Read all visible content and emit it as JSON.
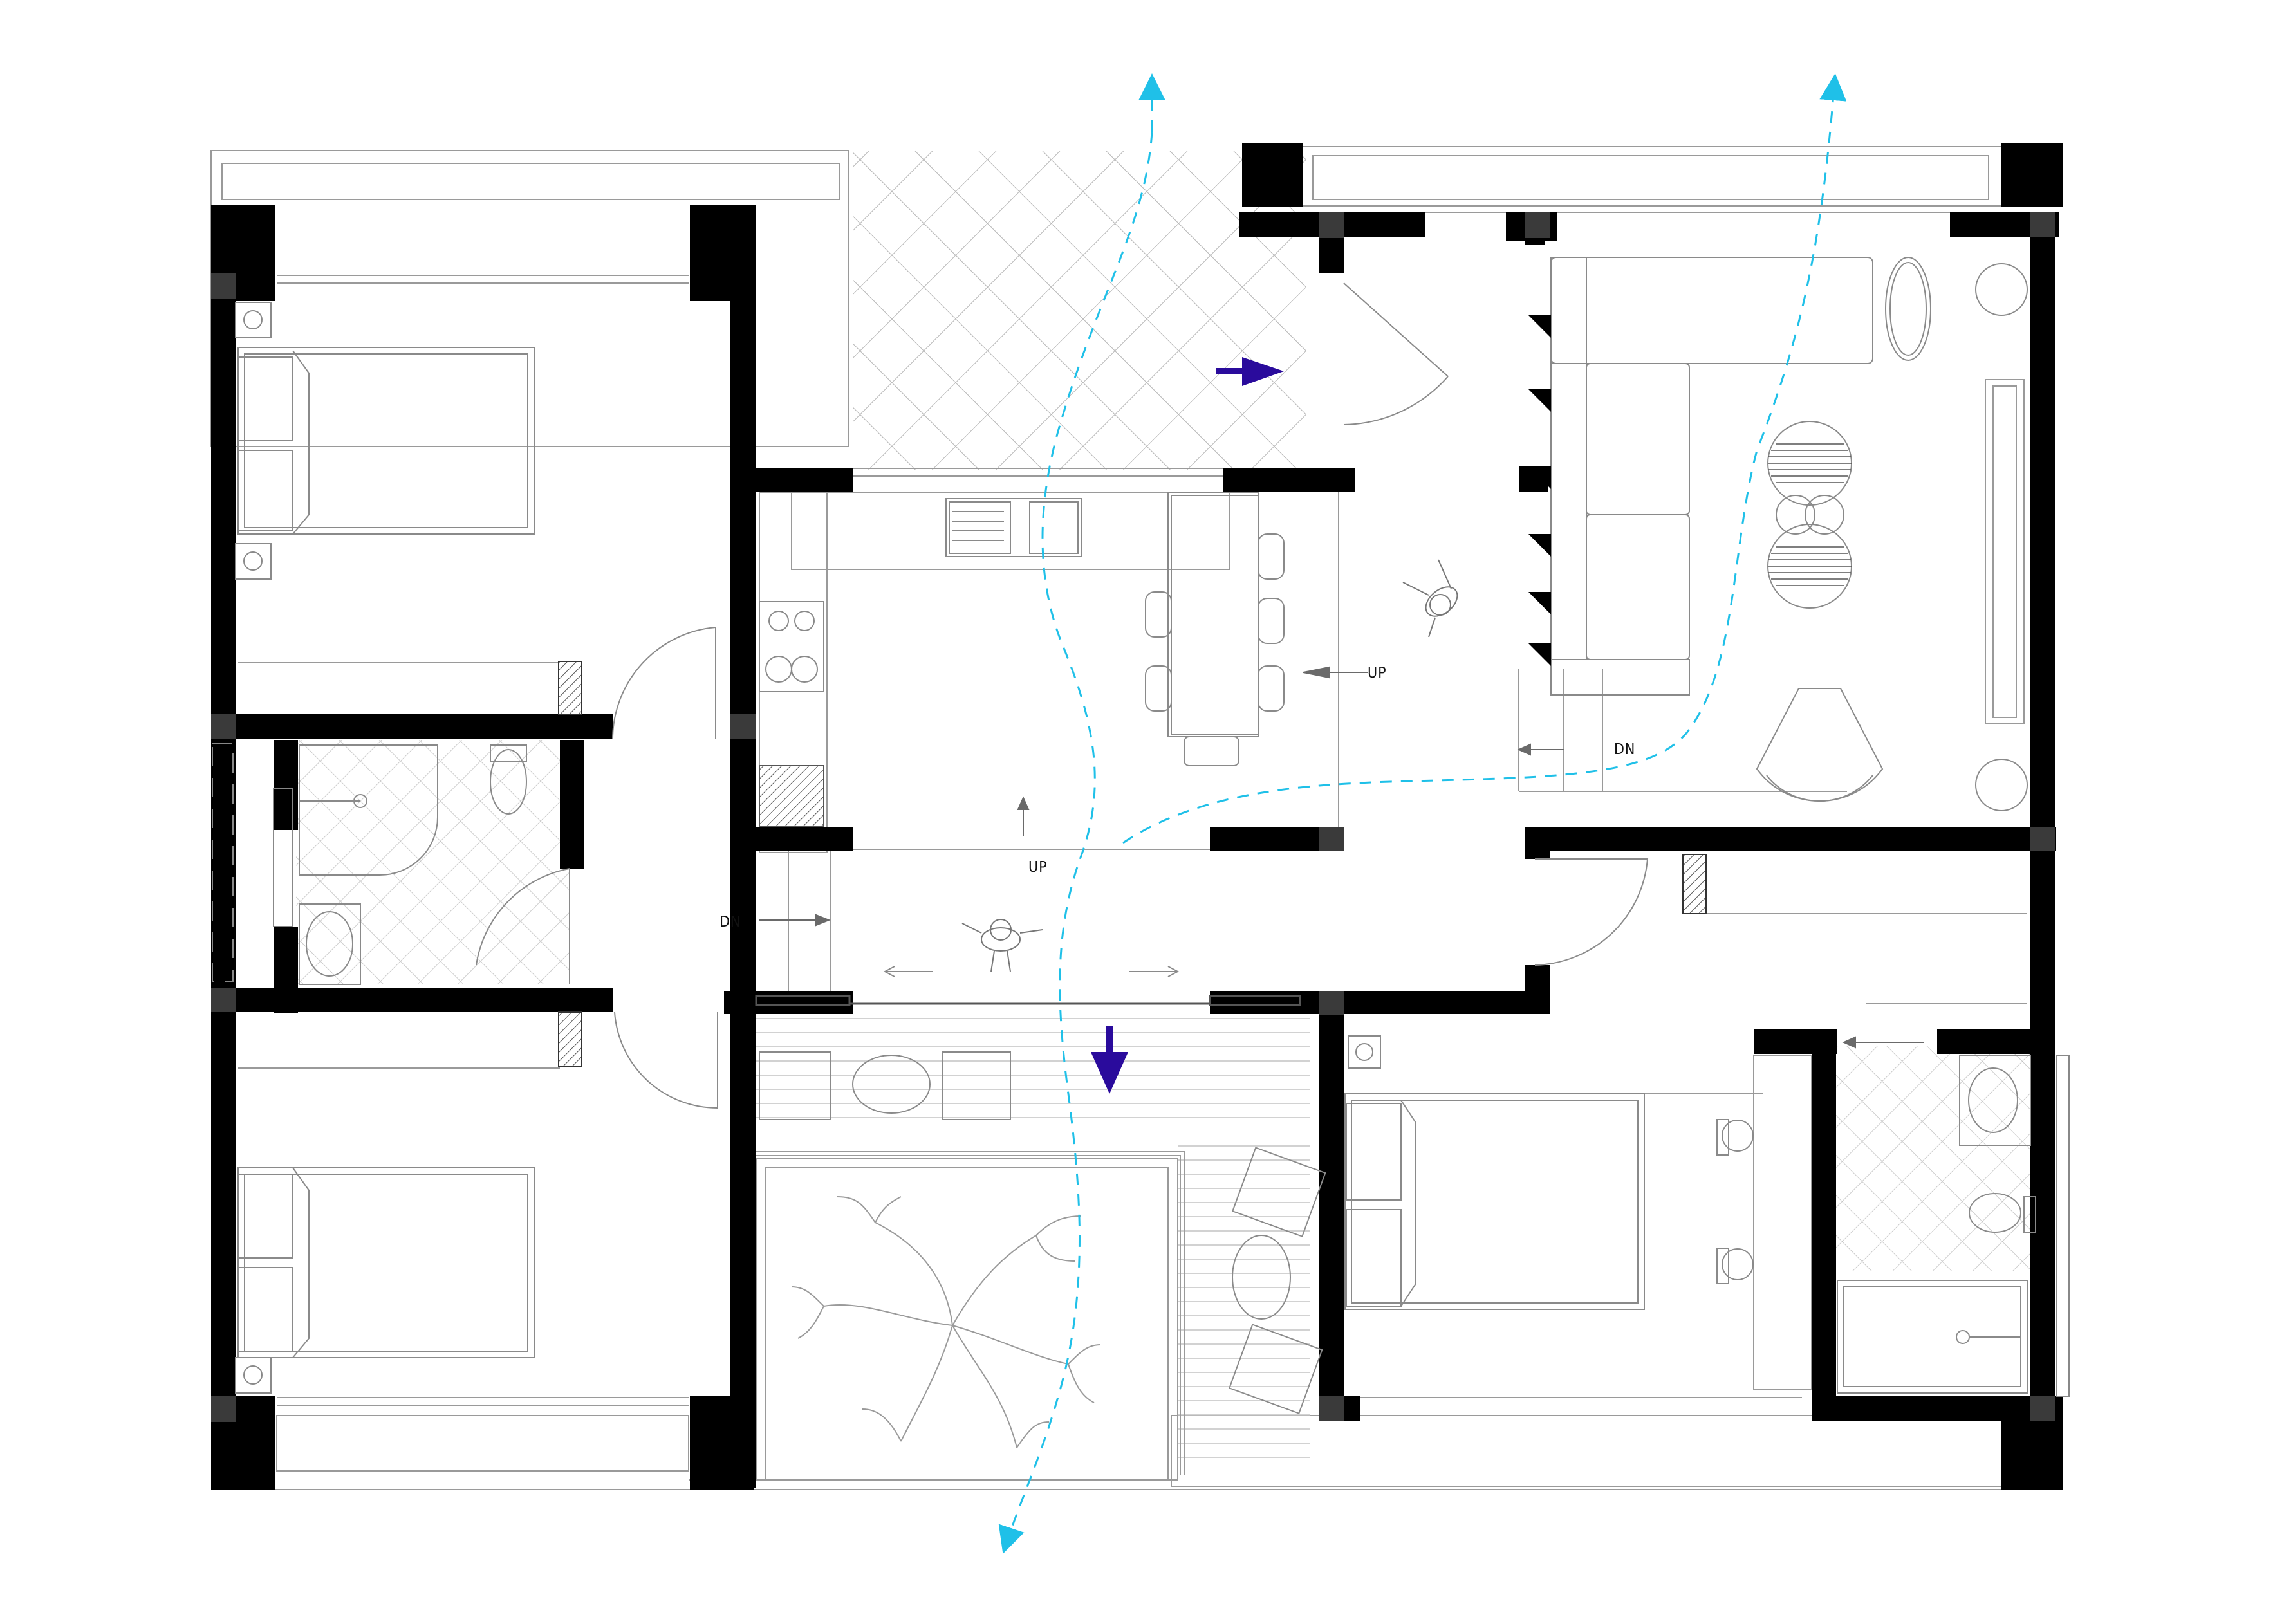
{
  "colors": {
    "background": "#ffffff",
    "wall": "#000000",
    "thin_line": "#9a9a9a",
    "furniture_line": "#8a8a8a",
    "circulation_path": "#1fc0e8",
    "entry_arrow": "#2a0b9c",
    "stair_arrow": "#6a6a6a"
  },
  "labels": {
    "kitchen_up": "UP",
    "hall_dn": "DN",
    "living_up": "UP",
    "living_dn": "DN"
  },
  "icons": {
    "entry_arrow_right": "arrow-right-icon",
    "exit_arrow_down": "arrow-down-icon",
    "person": "person-icon",
    "tree": "tree-icon"
  }
}
